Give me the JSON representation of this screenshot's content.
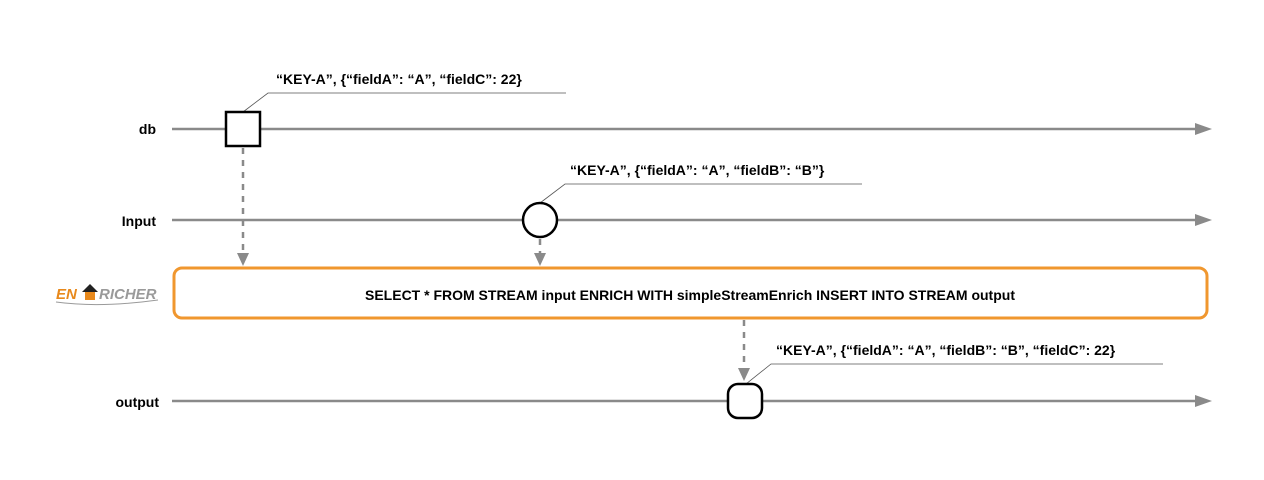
{
  "lanes": {
    "db": "db",
    "input": "Input",
    "output": "output"
  },
  "events": {
    "db_event": "“KEY-A”, {“fieldA”: “A”, “fieldC”: 22}",
    "input_event": "“KEY-A”, {“fieldA”: “A”, “fieldB”: “B”}",
    "output_event": "“KEY-A”, {“fieldA”: “A”, “fieldB”: “B”, “fieldC”: 22}"
  },
  "operator": {
    "query": "SELECT * FROM STREAM input ENRICH WITH simpleStreamEnrich INSERT INTO STREAM output",
    "logo_text_prefix": "EN",
    "logo_text_suffix": "RICHER"
  },
  "colors": {
    "timeline": "#8a8a8a",
    "operator_border": "#f0972f",
    "marker_stroke": "#000000",
    "logo_orange": "#e8891c",
    "logo_gray": "#9a9a9a"
  }
}
